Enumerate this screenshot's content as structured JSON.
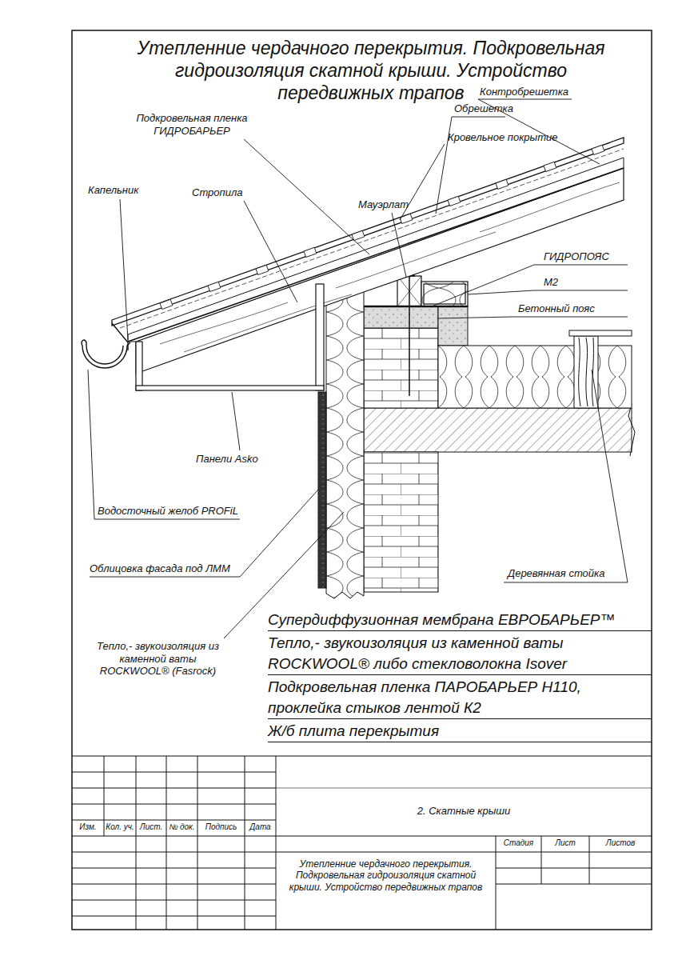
{
  "diagram": {
    "title": "Утепленние чердачного перекрытия. Подкровельная гидроизоляция скатной крыши. Устройство передвижных трапов",
    "labels": [
      "Подкровельная пленка ГИДРОБАРЬЕР",
      "Обрешетка",
      "Контробрешетка",
      "Кровельное покрытие",
      "Капельник",
      "Стропила",
      "Мауэрлат",
      "ГИДРОПОЯС",
      "М2",
      "Бетонный пояс",
      "Панели Asko",
      "Водосточный желоб PROFiL",
      "Облицовка фасада под ЛММ",
      "Деревянная стойка",
      "Супердиффузионная мембрана ЕВРОБАРЬЕР™",
      "Тепло,- звукоизоляция из каменной ваты ROCKWOOL® либо стекловолокна Isover",
      "Подкровельная пленка ПАРОБАРЬЕР Н110, проклейка стыков лентой К2",
      "Ж/б плита перекрытия",
      "Тепло,- звукоизоляция из каменной ваты ROCKWOOL® (Fasrock)",
      "Изм.",
      "Кол. уч.",
      "Лист.",
      "№ док.",
      "Подпись",
      "Дата",
      "2. Скатные крыши",
      "Стадия",
      "Лист",
      "Листов",
      "Утепленние чердачного перекрытия. Подкровельная гидроизоляция скатной крыши. Устройство передвижных трапов"
    ]
  }
}
